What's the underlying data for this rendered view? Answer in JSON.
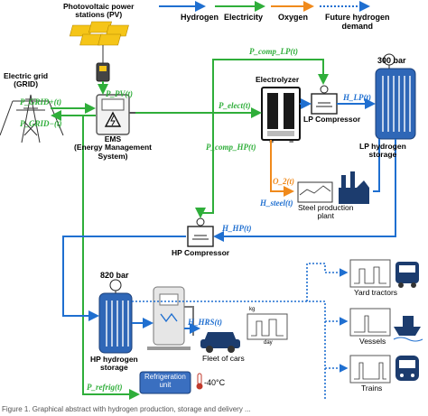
{
  "legend": {
    "hydrogen": "Hydrogen",
    "electricity": "Electricity",
    "oxygen": "Oxygen",
    "future_demand": "Future hydrogen\ndemand"
  },
  "colors": {
    "hydrogen": "#1f6fd0",
    "electricity": "#2fae3a",
    "oxygen": "#f08a1c",
    "future": "#1f6fd0",
    "tank": "#2f67b7"
  },
  "nodes": {
    "pv": "Photovoltaic power\nstations (PV)",
    "grid": "Electric grid\n(GRID)",
    "ems": "EMS\n(Energy Management\nSystem)",
    "electrolyzer": "Electrolyzer",
    "lp_compressor": "LP Compressor",
    "lp_storage": "LP hydrogen\nstorage",
    "lp_pressure": "300 bar",
    "steel": "Steel production\nplant",
    "hp_compressor": "HP Compressor",
    "hp_pressure": "820 bar",
    "hp_storage": "HP hydrogen\nstorage",
    "refrig": "Refrigeration\nunit",
    "temp": "-40°C",
    "cars": "Fleet of cars",
    "yard": "Yard tractors",
    "vessels": "Vessels",
    "trains": "Trains"
  },
  "vars": {
    "p_pv": "P_PV(t)",
    "p_grid_plus": "P_GRID+(t)",
    "p_grid_minus": "P_GRID−(t)",
    "p_comp_lp": "P_comp_LP(t)",
    "p_elect": "P_elect(t)",
    "p_comp_hp": "P_comp_HP(t)",
    "h_lp": "H_LP(t)",
    "o2": "O_2(t)",
    "h_steel": "H_steel(t)",
    "h_hp": "H_HP(t)",
    "h_hrs": "H_HRS(t)",
    "p_refrig": "P_refrig(t)"
  },
  "mini_chart": {
    "ylabel": "kg",
    "xlabel": "day"
  },
  "caption_fragment": "Figure 1. Graphical abstract with hydrogen production, storage and delivery ..."
}
